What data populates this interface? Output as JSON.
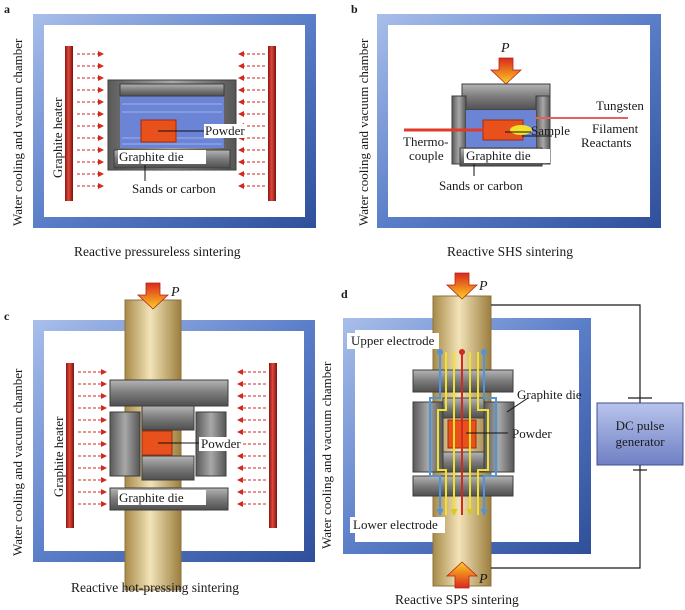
{
  "panels": {
    "a": {
      "letter": "a",
      "chamber": "Water cooling and vacuum chamber",
      "heater": "Graphite heater",
      "powder": "Powder",
      "die": "Graphite die",
      "sands": "Sands or carbon",
      "caption": "Reactive pressureless sintering"
    },
    "b": {
      "letter": "b",
      "chamber": "Water cooling and vacuum chamber",
      "pressure": "P",
      "tungsten": "Tungsten",
      "sample": "Sample",
      "filament": "Filament",
      "reactants": "Reactants",
      "thermo_1": "Thermo-",
      "thermo_2": "couple",
      "die": "Graphite die",
      "sands": "Sands or carbon",
      "caption": "Reactive SHS sintering"
    },
    "c": {
      "letter": "c",
      "chamber": "Water cooling and vacuum chamber",
      "pressure": "P",
      "heater": "Graphite heater",
      "powder": "Powder",
      "die": "Graphite die",
      "caption": "Reactive hot-pressing sintering"
    },
    "d": {
      "letter": "d",
      "chamber": "Water cooling and vacuum chamber",
      "pressure_top": "P",
      "pressure_bottom": "P",
      "upper_electrode": "Upper electrode",
      "lower_electrode": "Lower electrode",
      "die": "Graphite die",
      "powder": "Powder",
      "generator_1": "DC pulse",
      "generator_2": "generator",
      "caption": "Reactive SPS sintering"
    }
  },
  "colors": {
    "chamber_blue": "#5b7ec9",
    "heater_red": "#c0281e",
    "arrow_red": "#d22a1e",
    "die_gray": "#7a7a7a",
    "powder_orange": "#e8501c",
    "sand_blue": "#6b84d6",
    "rod_gold": "#d8bf82",
    "current_yellow": "#f0e030",
    "current_blue": "#4f95d8",
    "generator_blue": "#8f9fd6"
  }
}
